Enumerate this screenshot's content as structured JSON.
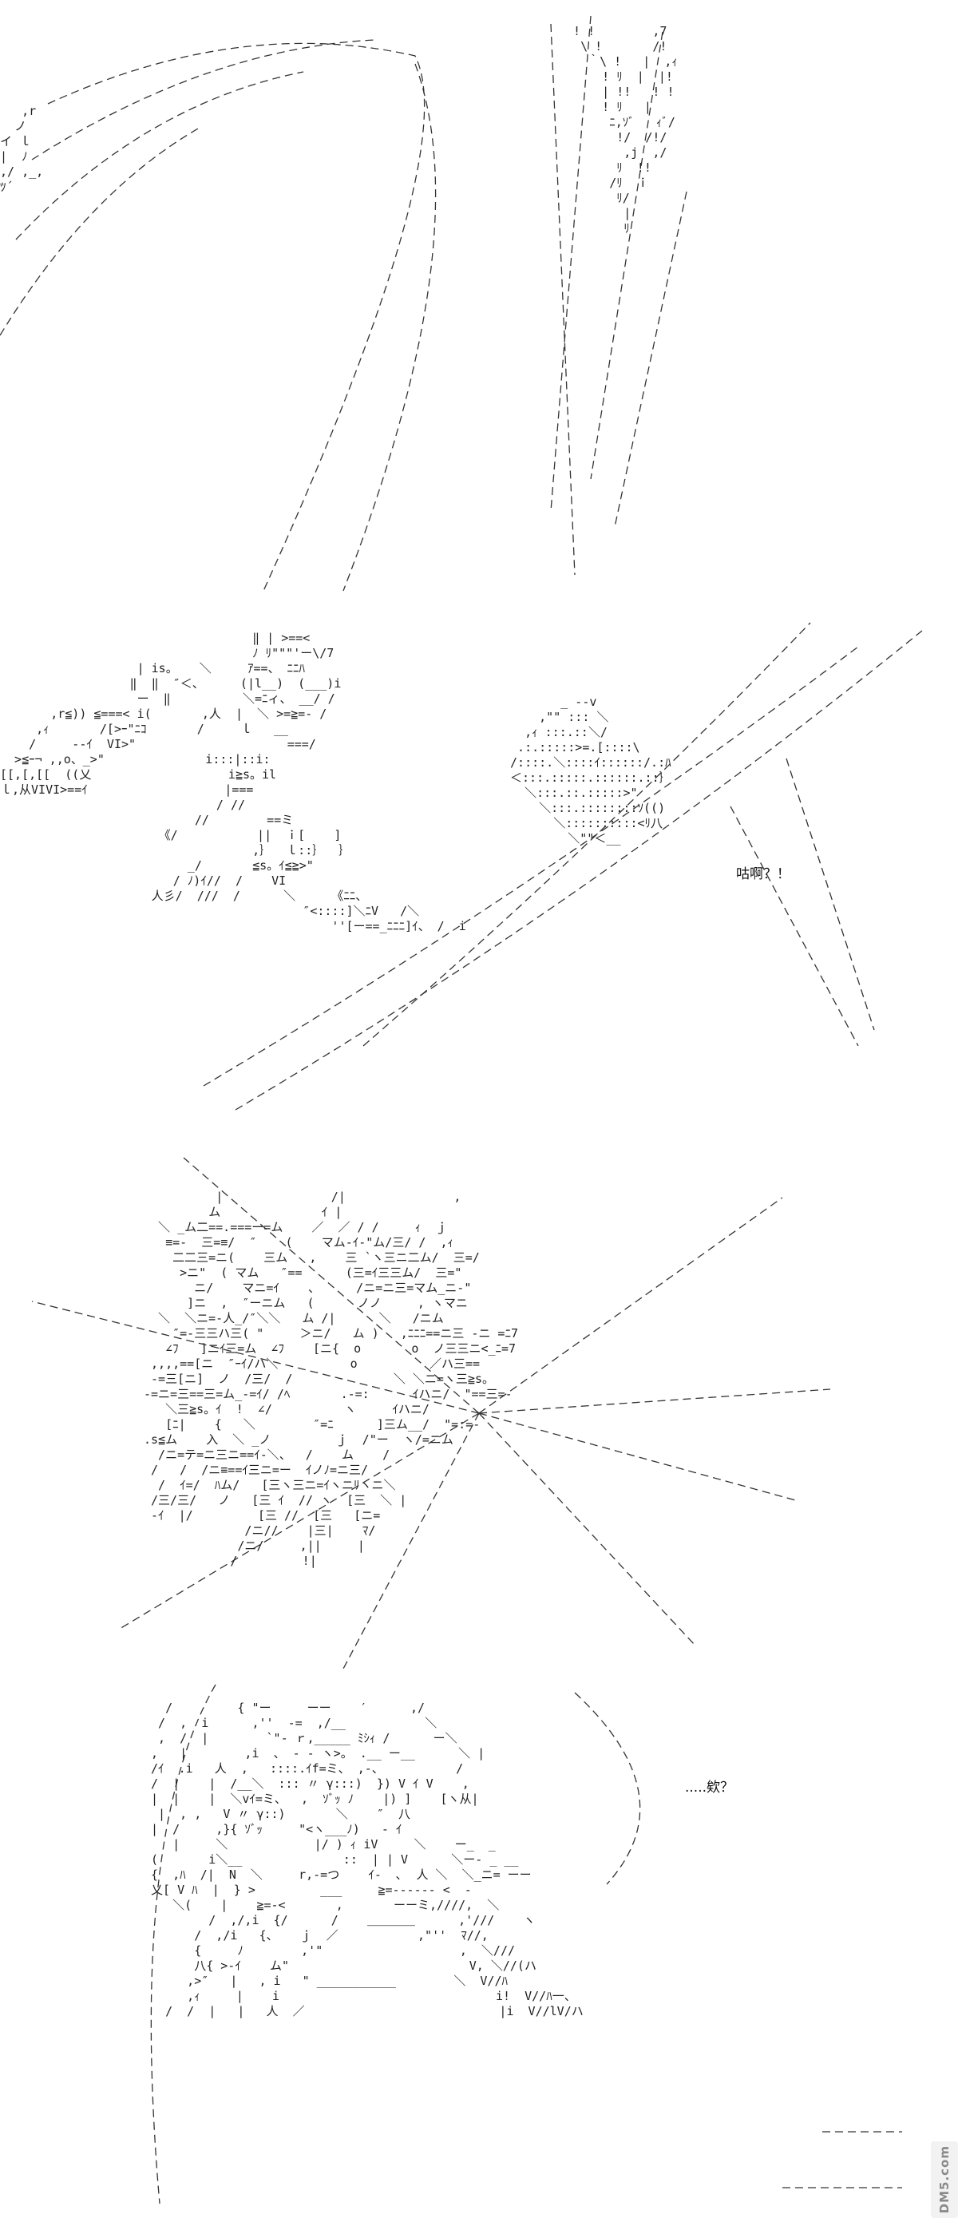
{
  "page": {
    "background": "#ffffff",
    "ink": "#111111"
  },
  "panels": [
    {
      "id": "panel-1",
      "dialogue": []
    },
    {
      "id": "panel-2",
      "dialogue": [
        "咕啊？！"
      ]
    },
    {
      "id": "panel-3",
      "dialogue": []
    },
    {
      "id": "panel-4",
      "dialogue": [
        ".....欸？"
      ]
    }
  ],
  "watermark": {
    "text": "DM5.com"
  }
}
